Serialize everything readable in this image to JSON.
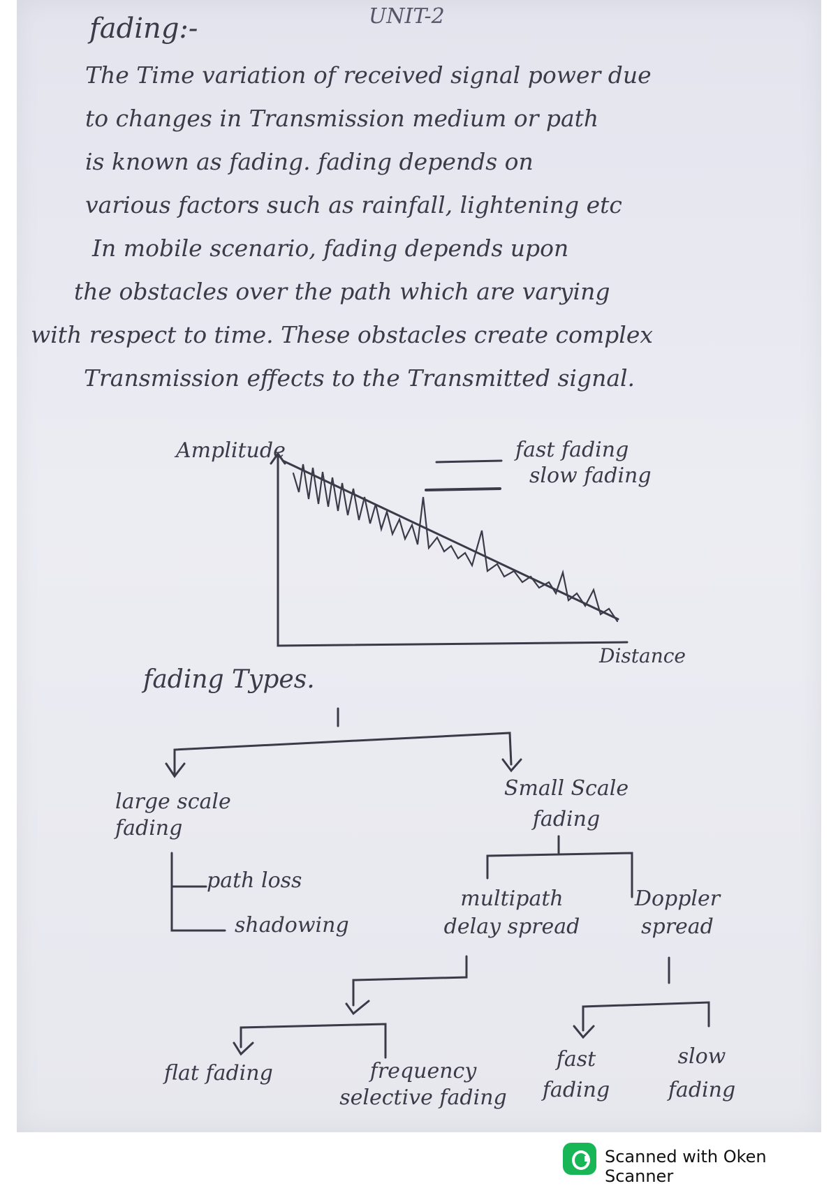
{
  "page": {
    "unit": "UNIT-2",
    "title": "fading:-",
    "paragraph": [
      "The Time variation of received signal power due",
      "to changes in Transmission medium or path",
      "is known as fading. fading depends on",
      "various factors such as rainfall, lightening etc",
      "In mobile scenario, fading depends upon",
      "the obstacles over the path which are varying",
      "with respect to time. These obstacles create complex",
      "Transmission effects to the Transmitted signal."
    ]
  },
  "graph": {
    "y_label": "Amplitude",
    "x_label": "Distance",
    "legend": [
      "fast fading",
      "slow fading"
    ]
  },
  "tree": {
    "root": "fading Types.",
    "large_scale": "large scale fading",
    "large_scale_children": [
      "path loss",
      "shadowing"
    ],
    "small_scale": "Small Scale fading",
    "small_scale_children": [
      "multipath delay spread",
      "Doppler spread"
    ],
    "multipath_children": [
      "flat fading",
      "frequency selective fading"
    ],
    "doppler_children": [
      "fast fading",
      "slow fading"
    ]
  },
  "footer": {
    "scanner_label": "Scanned with Oken Scanner"
  },
  "colors": {
    "ink": "#3a3a48",
    "paper": "#e9e9f0",
    "brand": "#19b657"
  }
}
